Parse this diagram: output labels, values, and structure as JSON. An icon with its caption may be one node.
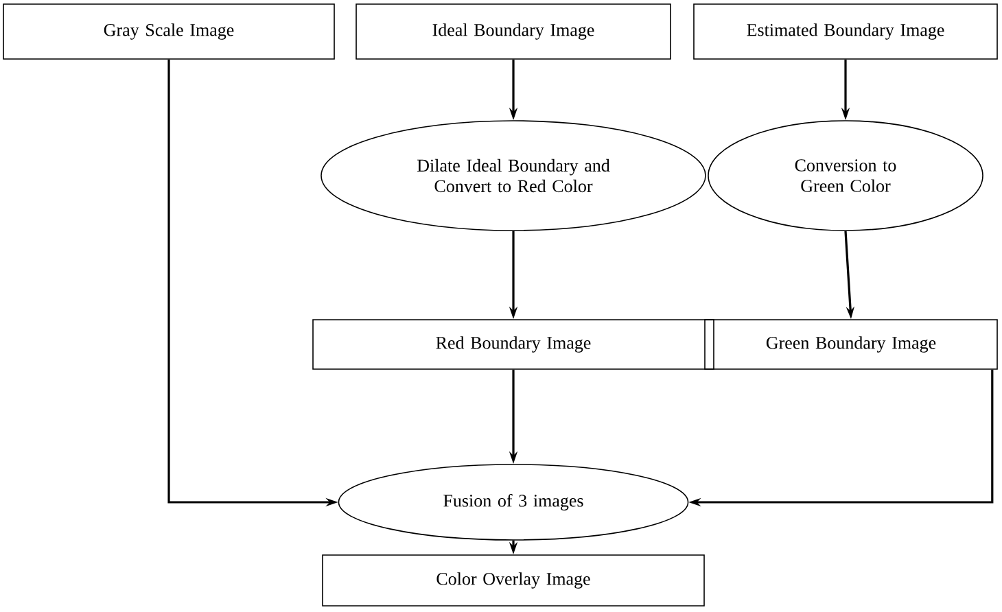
{
  "diagram": {
    "nodes": [
      {
        "text": [
          "Gray Scale Image"
        ]
      },
      {
        "text": [
          "Ideal Boundary Image"
        ]
      },
      {
        "text": [
          "Estimated Boundary Image"
        ]
      },
      {
        "text": [
          "Dilate Ideal Boundary and Convert to Red Color"
        ]
      },
      {
        "text": [
          "Conversion to Green Color"
        ]
      },
      {
        "text": [
          "Red Boundary Image"
        ]
      },
      {
        "text": [
          "Green Boundary  Image"
        ]
      },
      {
        "text": [
          "Fusion of 3 images"
        ]
      },
      {
        "text": [
          "Color Overlay Image"
        ]
      }
    ],
    "edges": [
      {
        "from": 1,
        "to": 3,
        "arrow": "to"
      },
      {
        "from": 2,
        "to": 4,
        "arrow": "to"
      },
      {
        "from": 3,
        "to": 5,
        "arrow": "to"
      },
      {
        "from": 4,
        "to": 6,
        "arrow": "to"
      },
      {
        "from": 0,
        "to": 7,
        "arrow": "to"
      },
      {
        "from": 5,
        "to": 7,
        "arrow": "to"
      },
      {
        "from": 6,
        "to": 7,
        "arrow": "to"
      },
      {
        "from": 7,
        "to": 8,
        "arrow": "to"
      }
    ]
  }
}
